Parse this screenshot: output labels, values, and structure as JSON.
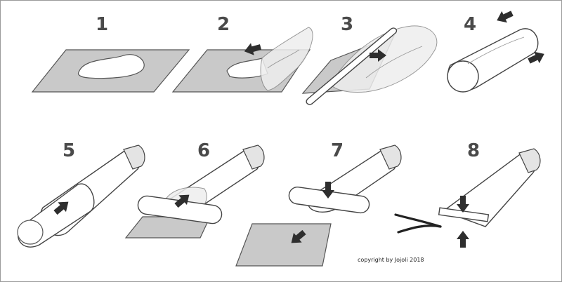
{
  "steps": [
    {
      "number": "1"
    },
    {
      "number": "2"
    },
    {
      "number": "3"
    },
    {
      "number": "4"
    },
    {
      "number": "5"
    },
    {
      "number": "6"
    },
    {
      "number": "7"
    },
    {
      "number": "8"
    }
  ],
  "copyright": "copyright by Jojoli 2018",
  "colors": {
    "sheet": "#c9c9c9",
    "arrow": "#2e2e2e",
    "outline": "#444444"
  }
}
